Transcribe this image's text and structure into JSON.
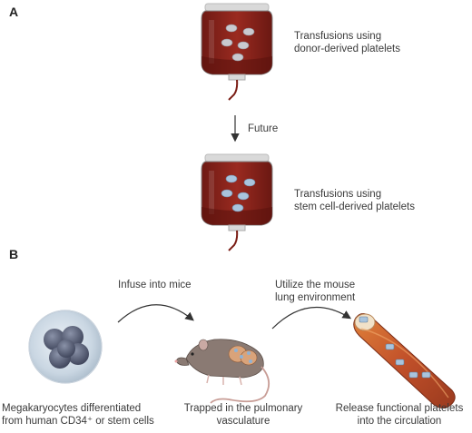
{
  "panel_a": {
    "letter": "A",
    "bag1_caption": [
      "Transfusions using",
      "donor-derived platelets"
    ],
    "arrow_label": "Future",
    "bag2_caption": [
      "Transfusions using",
      "stem cell-derived platelets"
    ]
  },
  "panel_b": {
    "letter": "B",
    "step1_arrow_label": "Infuse into mice",
    "step2_arrow_label": [
      "Utilize the mouse",
      "lung environment"
    ],
    "caption_cells": [
      "Megakaryocytes differentiated",
      "from human CD34⁺ or stem cells"
    ],
    "caption_mouse": [
      "Trapped in the pulmonary",
      "vasculature"
    ],
    "caption_vessel": [
      "Release functional platelets",
      "into the circulation"
    ]
  }
}
